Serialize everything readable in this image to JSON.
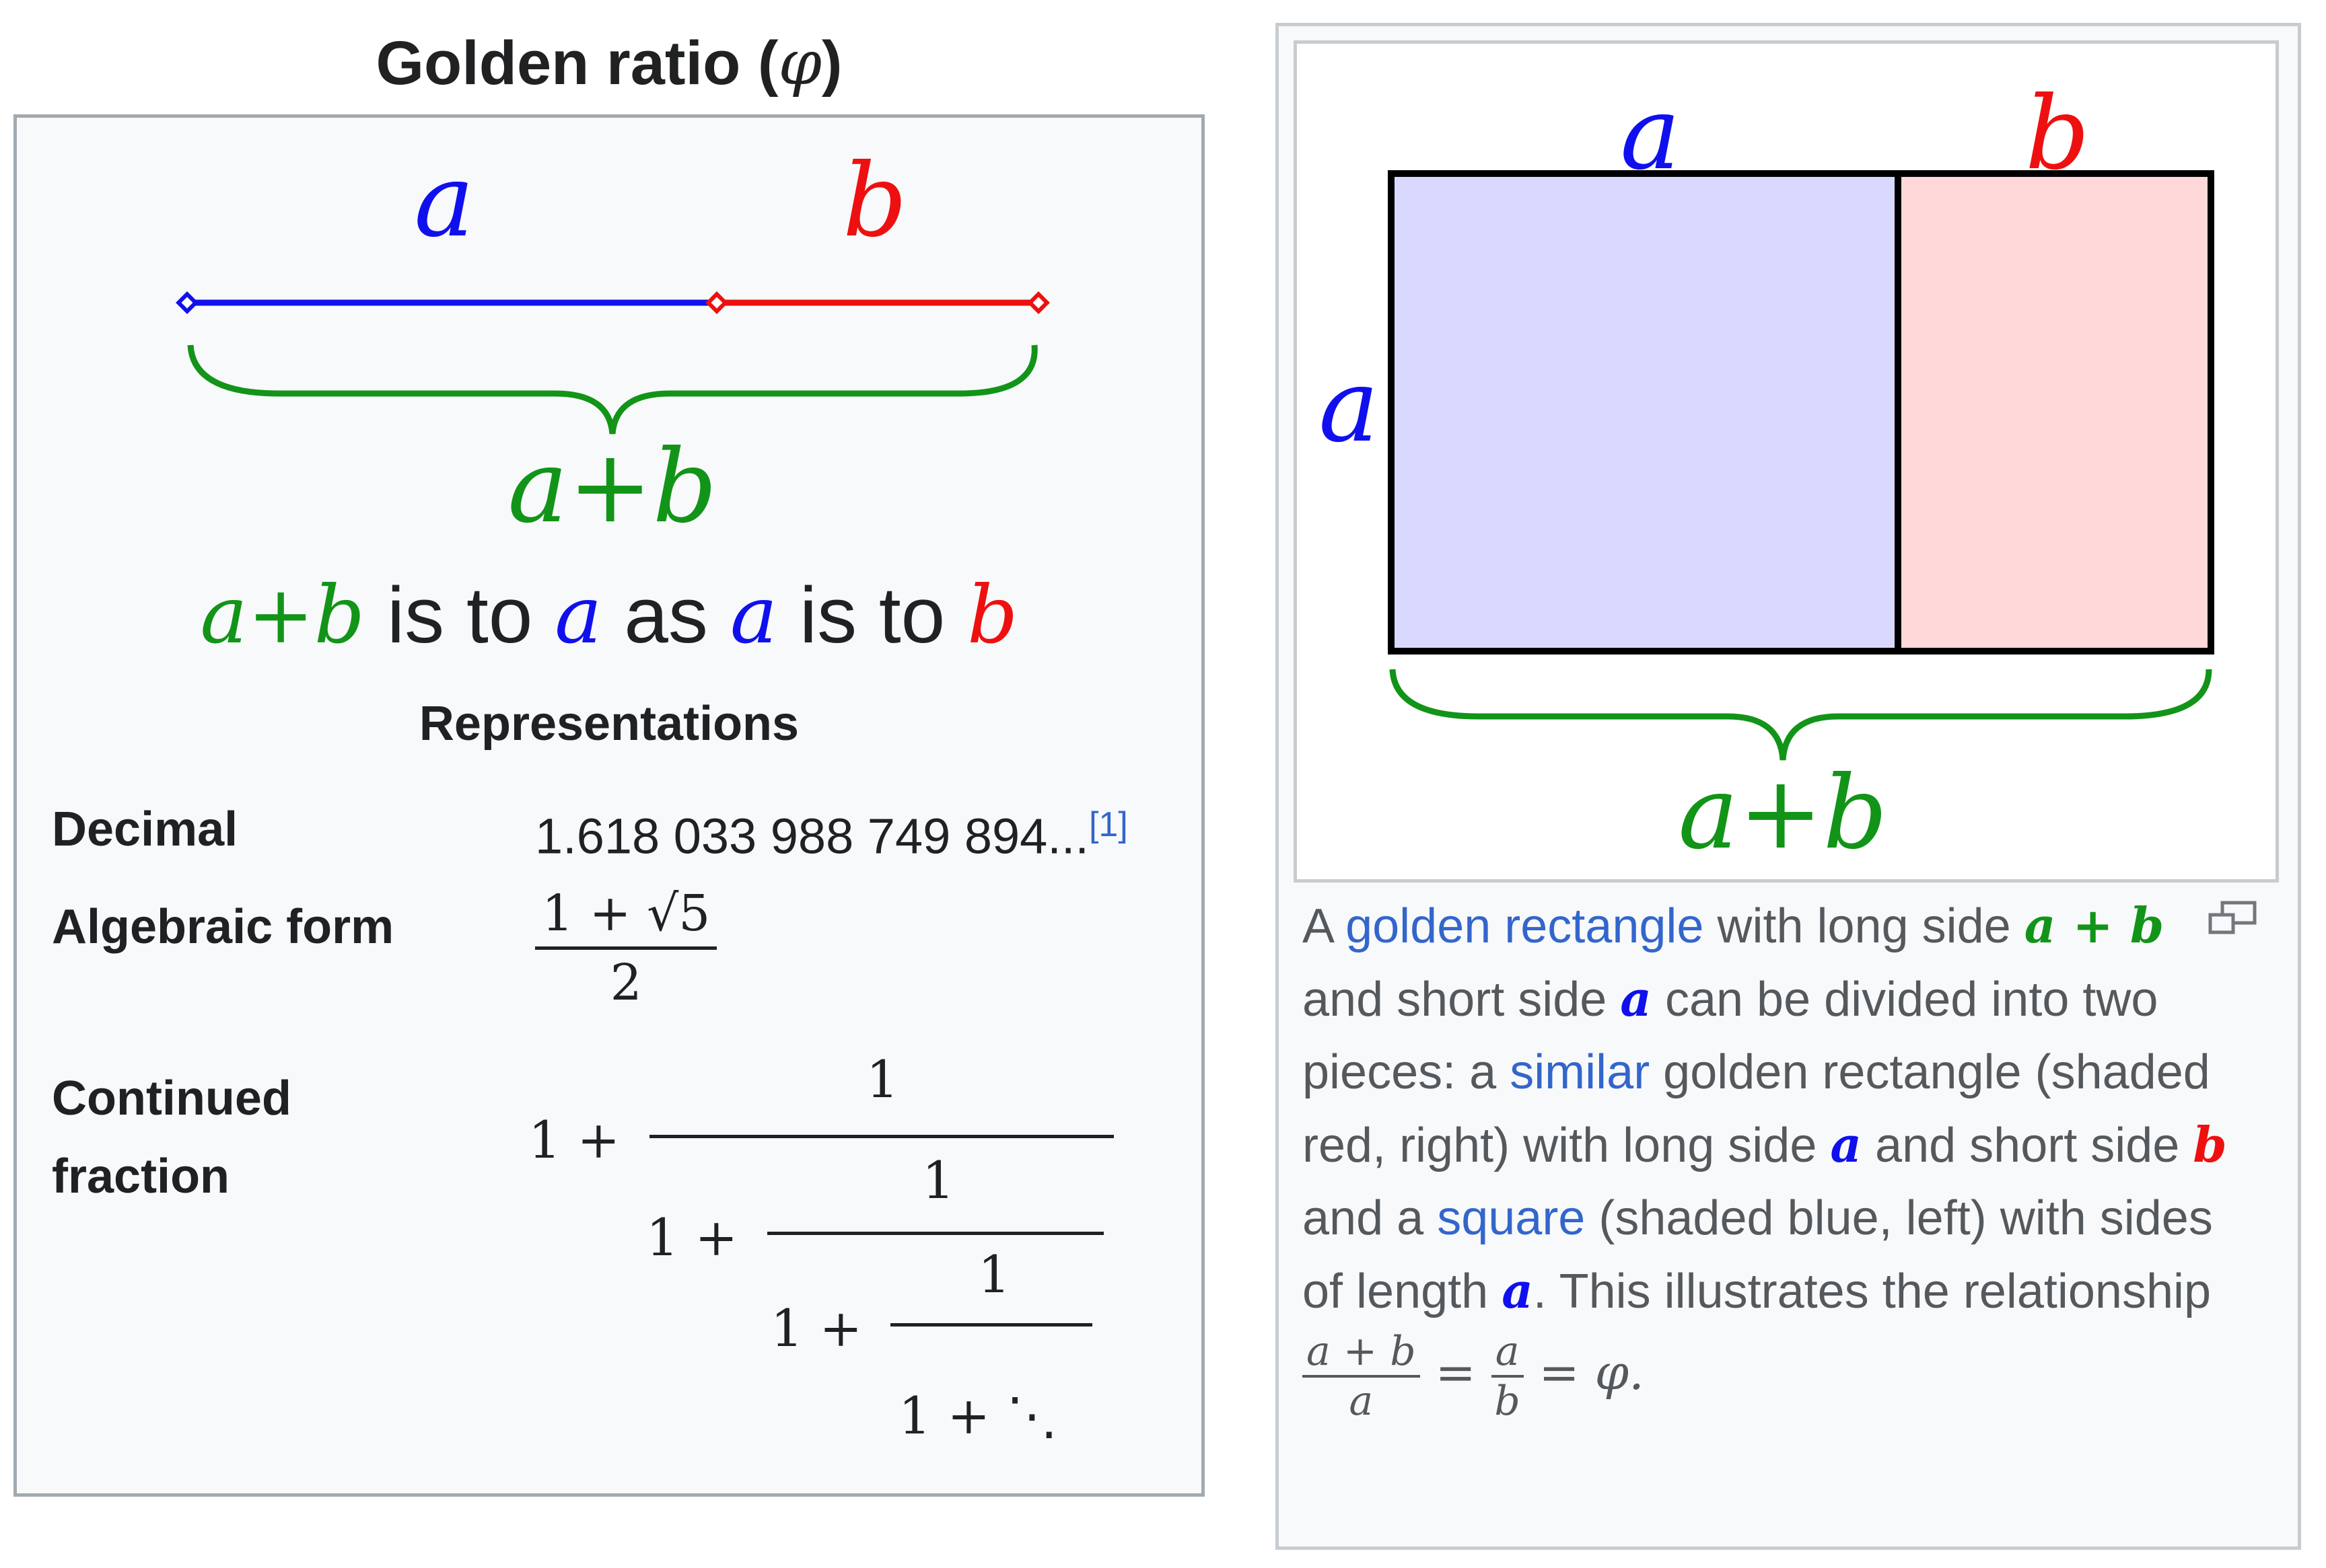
{
  "infobox": {
    "title": "Golden ratio (",
    "title_symbol": "φ",
    "title_close": ")",
    "segment_diagram": {
      "label_a": "a",
      "label_b": "b",
      "label_sum": "a+b"
    },
    "ratio_sentence": {
      "sum": "a+b",
      "is_to_1": " is to ",
      "a1": "a",
      "as": " as ",
      "a2": "a",
      "is_to_2": " is to ",
      "b": "b"
    },
    "representations_heading": "Representations",
    "rows": {
      "decimal": {
        "label": "Decimal",
        "value": "1.618 033 988 749 894...",
        "ref": "[1]"
      },
      "algebraic": {
        "label": "Algebraic form",
        "numerator": "1 + √5",
        "denominator": "2"
      },
      "continued": {
        "label_line1": "Continued",
        "label_line2": "fraction",
        "term": "1 +",
        "one": "1",
        "tail": "1 + ⋱"
      }
    }
  },
  "thumbnail": {
    "figure": {
      "label_top_a": "a",
      "label_top_b": "b",
      "label_side_a": "a",
      "label_sum": "a+b"
    },
    "caption": {
      "t1": "A ",
      "link_golden_rectangle": "golden rectangle",
      "t2": " with long side ",
      "ab": "a + b",
      "t3": " and short side ",
      "a1": "a",
      "t4": " can be divided into two pieces: a ",
      "link_similar": "similar",
      "t5": " golden rectangle (shaded red, right) with long side ",
      "a2": "a",
      "t6": " and short side ",
      "b": "b",
      "t7": " and a ",
      "link_square": "square",
      "t8": " (shaded blue, left) with sides of length ",
      "a3": "a",
      "t9": ". This illustrates the relationship ",
      "f1_num": "a + b",
      "f1_den": "a",
      "eq1": " = ",
      "f2_num": "a",
      "f2_den": "b",
      "eq2": " = φ."
    }
  },
  "colors": {
    "blue": "#1010ee",
    "red": "#ee1010",
    "green": "#129418",
    "square_fill": "#d9d9ff",
    "rect_fill": "#ffd9d9",
    "link": "#3366cc",
    "infobox_bg": "#f8f9fa",
    "border": "#a2a9b1"
  },
  "icons": {
    "enlarge": "magnify-clip-icon"
  }
}
